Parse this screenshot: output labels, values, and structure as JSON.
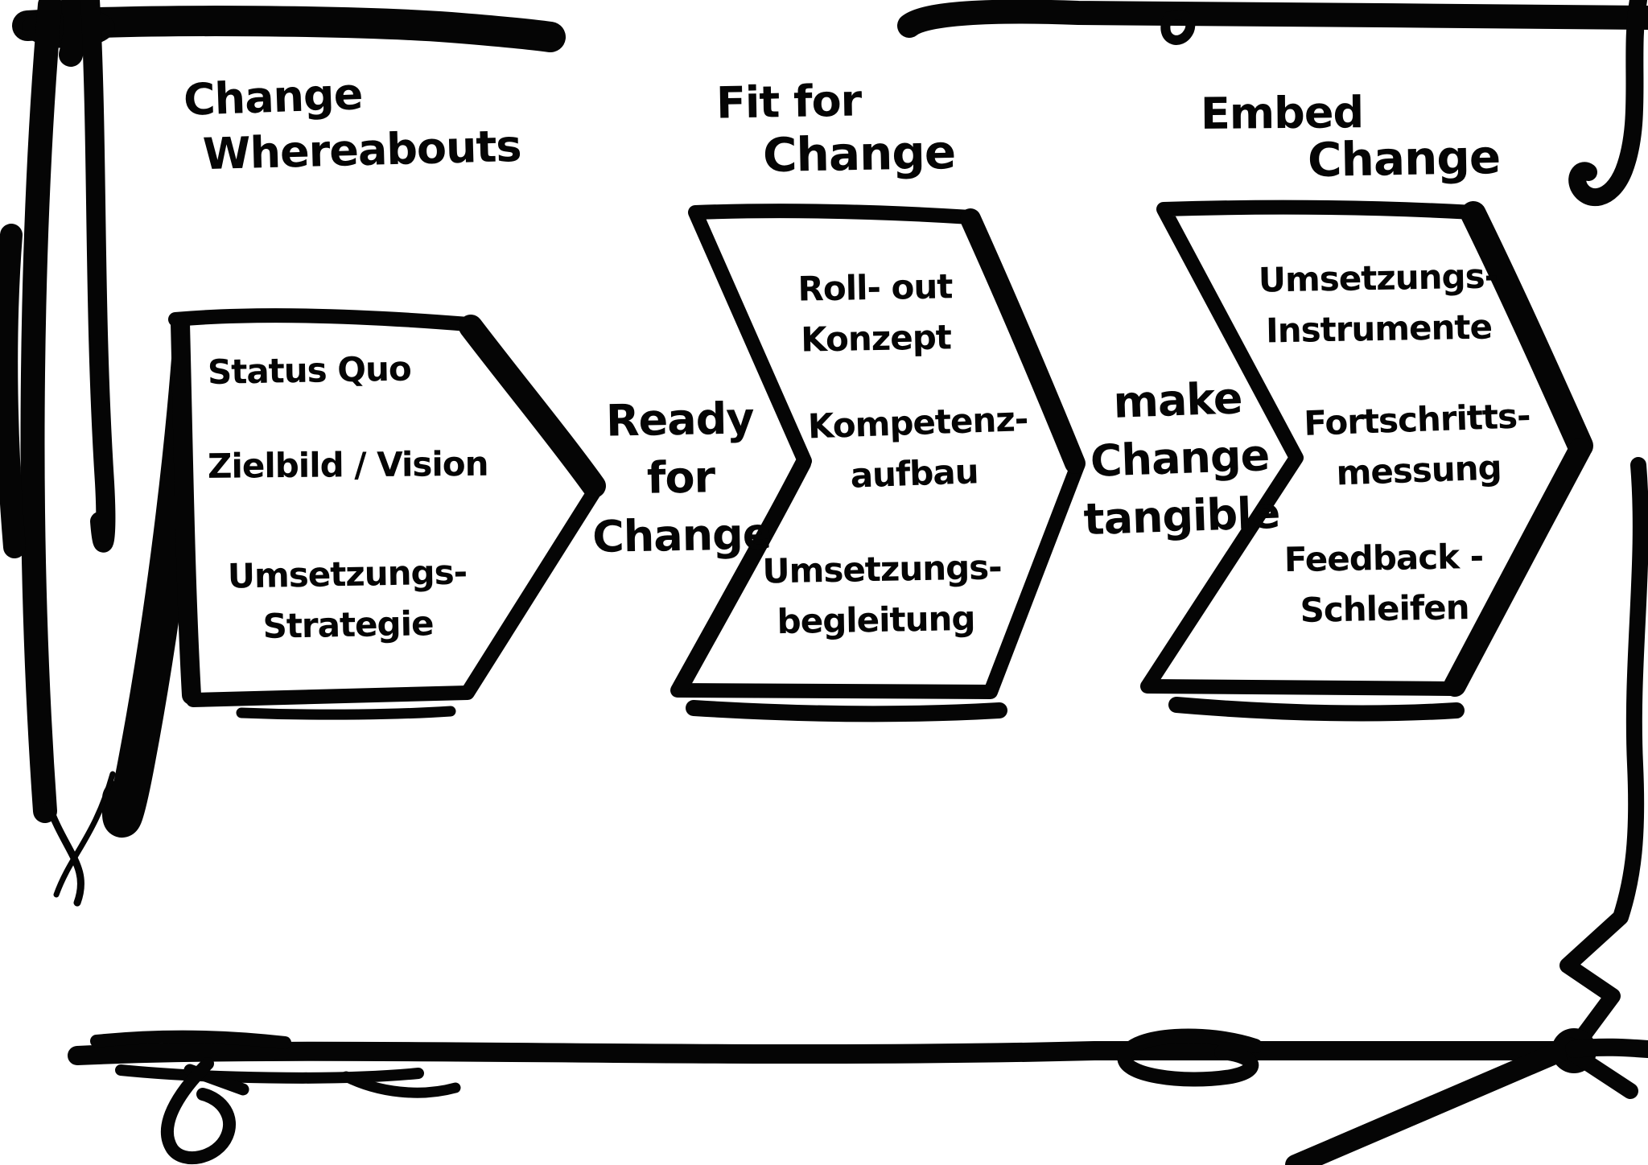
{
  "canvas": {
    "ink_color": "#050505",
    "background_color": "#ffffff",
    "style": "hand-drawn marker sketch on whiteboard with rough frame border"
  },
  "diagram": {
    "type": "process-chevron-flow",
    "phases": [
      {
        "title_lines": [
          "Change",
          "Whereabouts"
        ],
        "items": [
          "Status Quo",
          "Zielbild / Vision",
          "Umsetzungs-\nStrategie"
        ]
      },
      {
        "title_lines": [
          "Fit for",
          "Change"
        ],
        "items": [
          "Roll- out\nKonzept",
          "Kompetenz-\naufbau",
          "Umsetzungs-\nbegleitung"
        ]
      },
      {
        "title_lines": [
          "Embed",
          "Change"
        ],
        "items": [
          "Umsetzungs-\nInstrumente",
          "Fortschritts-\nmessung",
          "Feedback -\nSchleifen"
        ]
      }
    ],
    "connectors": [
      {
        "label": "Ready\nfor\nChange"
      },
      {
        "label": "make\nChange\ntangible"
      }
    ]
  }
}
